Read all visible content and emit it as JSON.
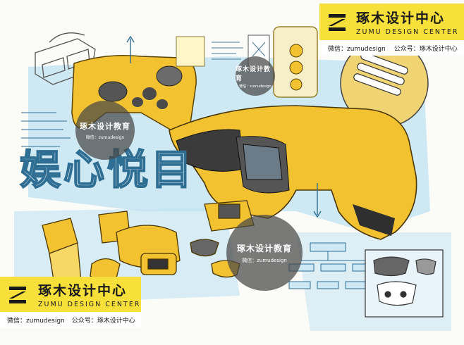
{
  "brand": {
    "name_cn": "琢木设计中心",
    "name_en": "ZUMU DESIGN CENTER",
    "wechat": "微信：zumudesign",
    "official_account": "公众号：琢木设计中心"
  },
  "watermark": {
    "title": "琢木设计教育",
    "subtitle": "微信：zumudesign"
  },
  "sketch": {
    "title": "娱心悦目"
  },
  "colors": {
    "brand_yellow": "#f7e03a",
    "sketch_yellow": "#f2c230",
    "sketch_blue": "#bfe3f2",
    "ink": "#2a2a2a"
  }
}
